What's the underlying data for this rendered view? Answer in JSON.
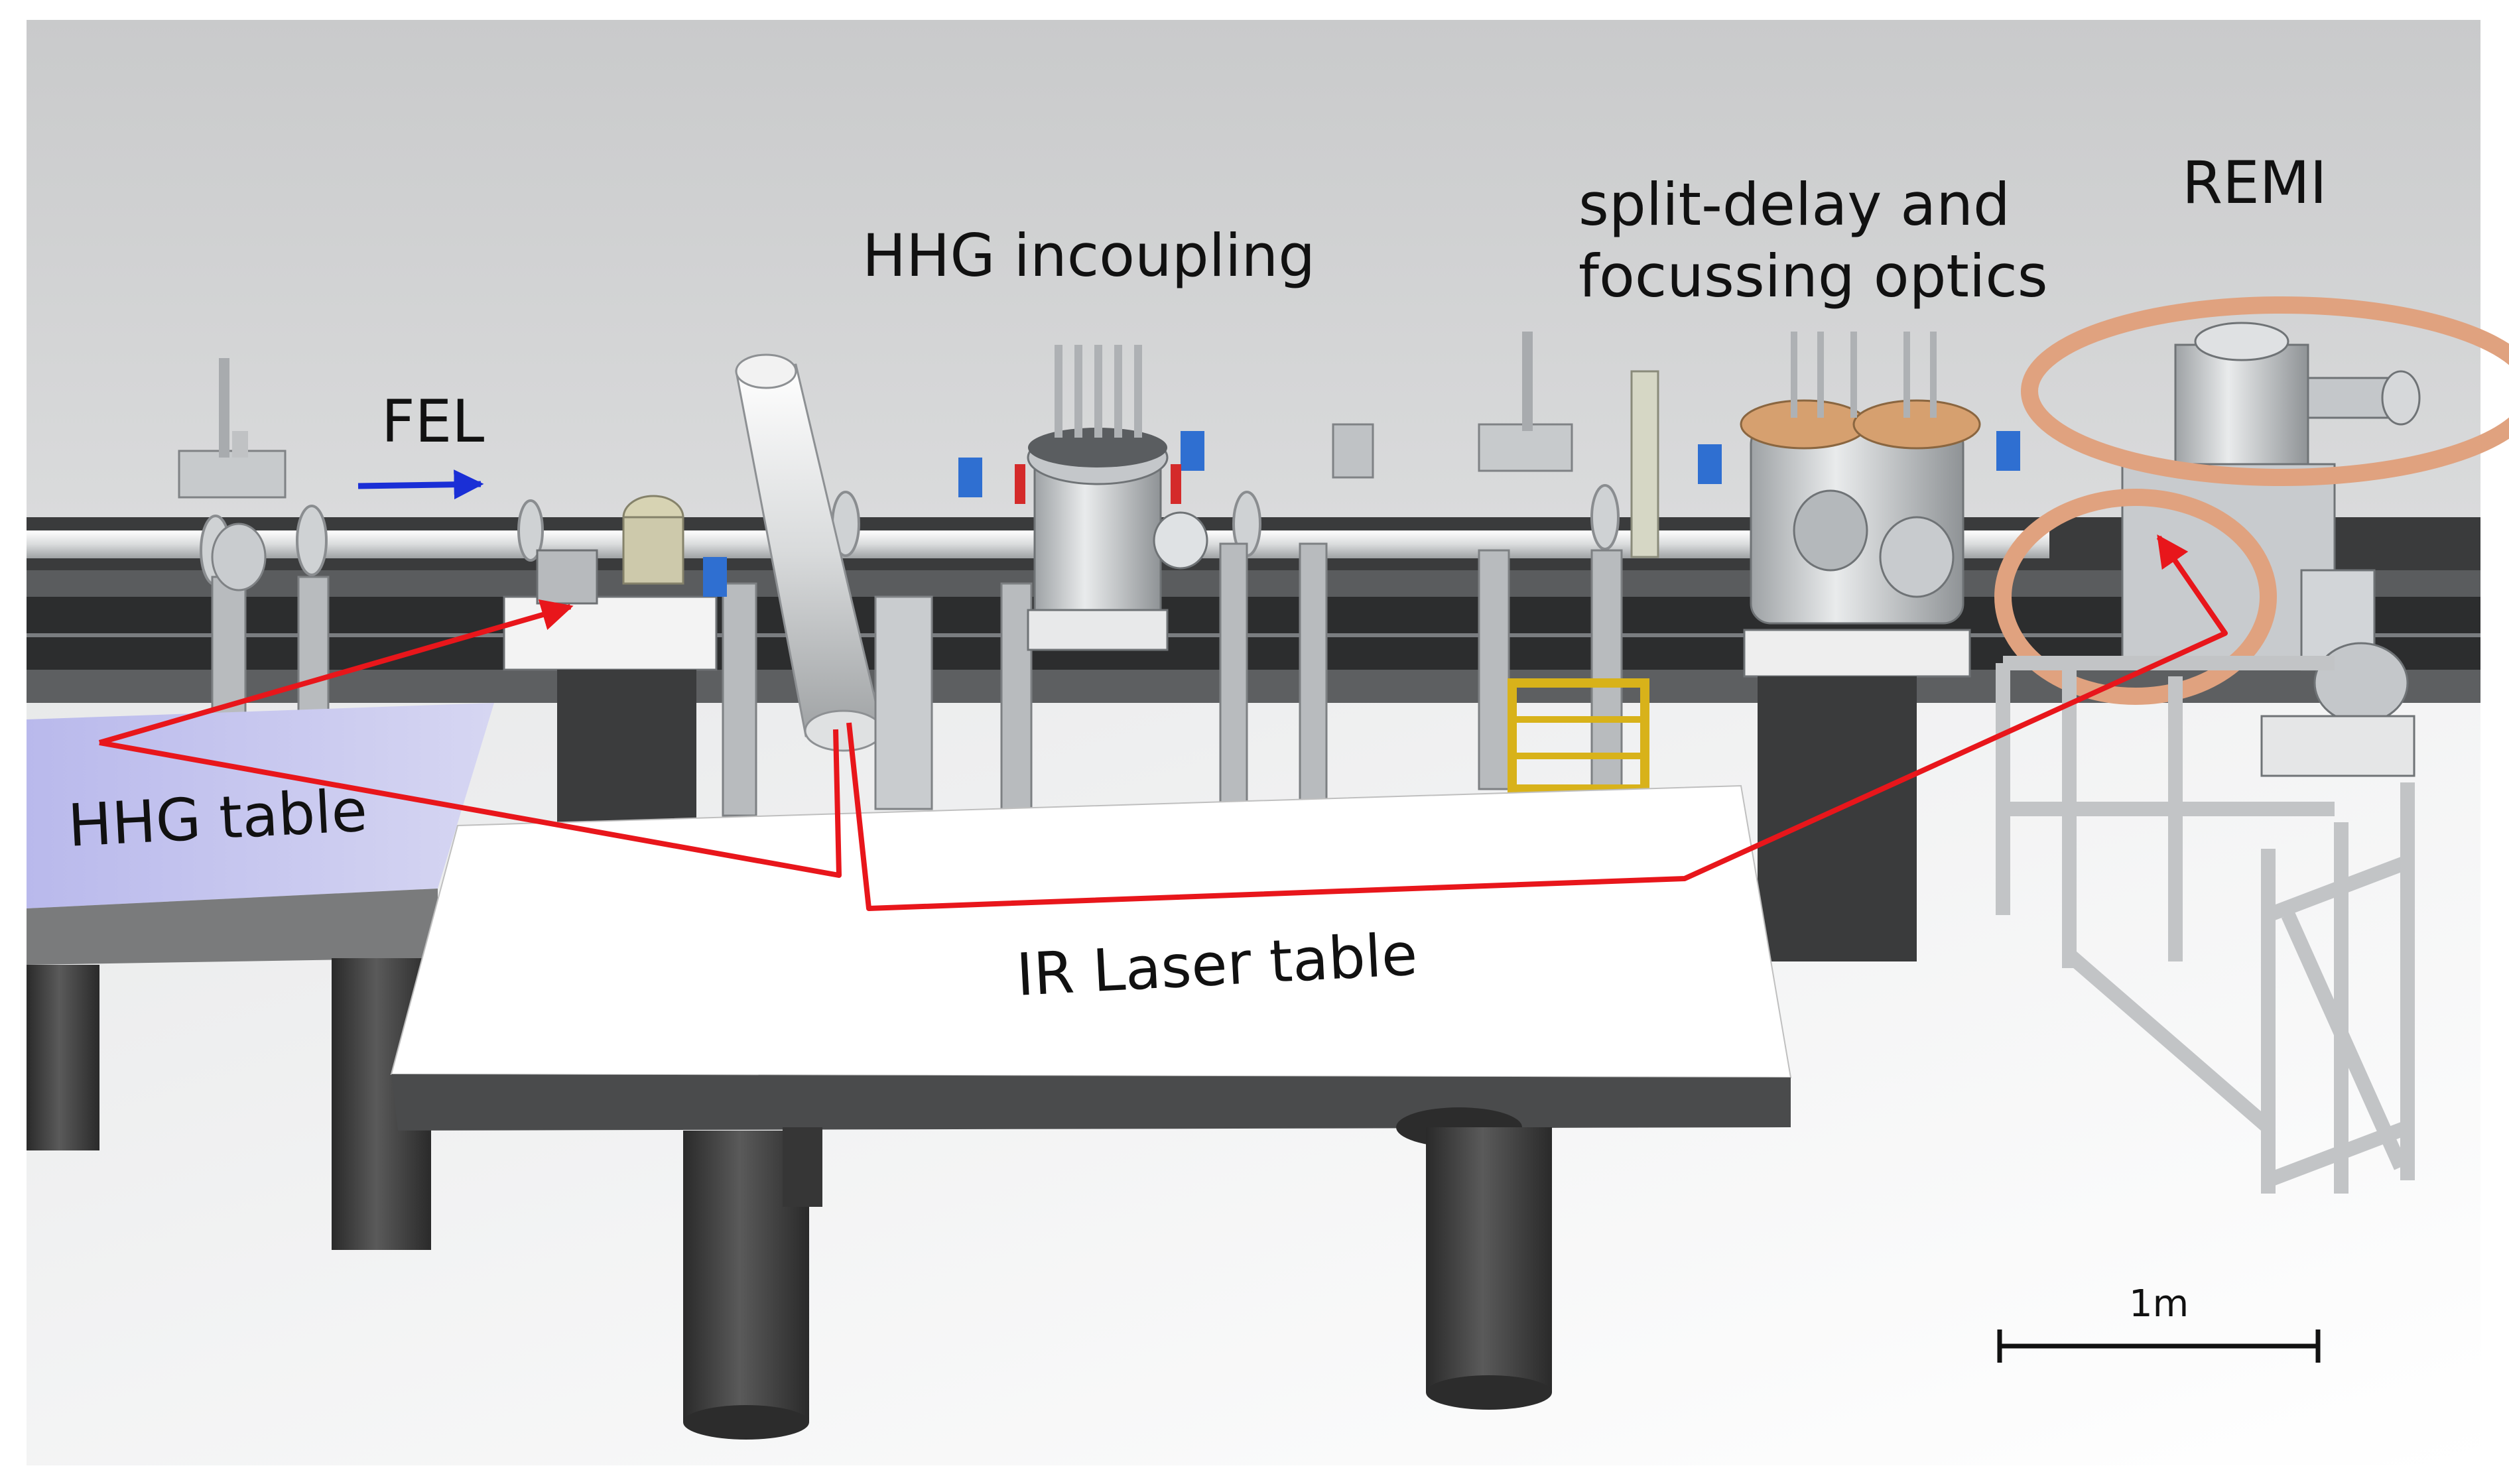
{
  "labels": {
    "hhg_incoupling": "HHG incoupling",
    "split_delay_line1": "split-delay and",
    "split_delay_line2": "focussing optics",
    "remi": "REMI",
    "fel": "FEL",
    "hhg_table": "HHG table",
    "ir_laser_table": "IR Laser table",
    "scale_bar": "1m"
  },
  "colors": {
    "beam_path": "#e8161b",
    "fel_arrow": "#1a2fd6",
    "hhg_table_top": "#c6c6ee",
    "laser_table_top": "#ffffff",
    "table_side": "#505050",
    "table_leg": "#3a3a3a",
    "rail": "#2e2e2e",
    "beam_pipe": "#e6e8e8",
    "chamber": "#cfd2d4",
    "flange_copper": "#e0a27f",
    "frame": "#c4c6c8",
    "background_wall": "#e2e3e4"
  },
  "icons": {
    "fel_direction": "arrow-right-icon",
    "scale": "scale-bar-icon"
  }
}
